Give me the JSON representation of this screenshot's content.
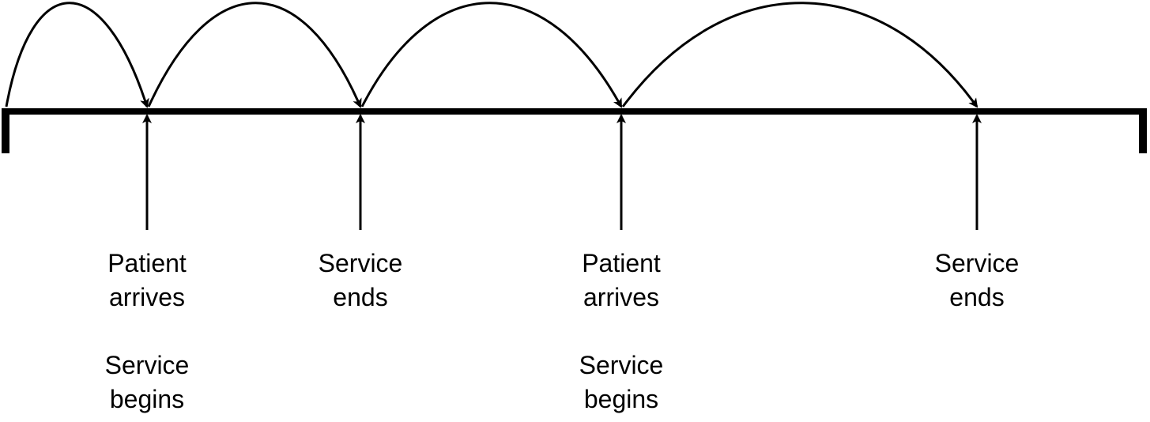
{
  "colors": {
    "ink": "#000000",
    "background": "#ffffff"
  },
  "timeline": {
    "ticks": [
      {
        "event": "Patient arrives / Service begins",
        "lines": [
          "Patient",
          "arrives",
          "",
          "Service",
          "begins"
        ]
      },
      {
        "event": "Service ends",
        "lines": [
          "Service",
          "ends"
        ]
      },
      {
        "event": "Patient arrives / Service begins",
        "lines": [
          "Patient",
          "arrives",
          "",
          "Service",
          "begins"
        ]
      },
      {
        "event": "Service ends",
        "lines": [
          "Service",
          "ends"
        ]
      }
    ]
  }
}
